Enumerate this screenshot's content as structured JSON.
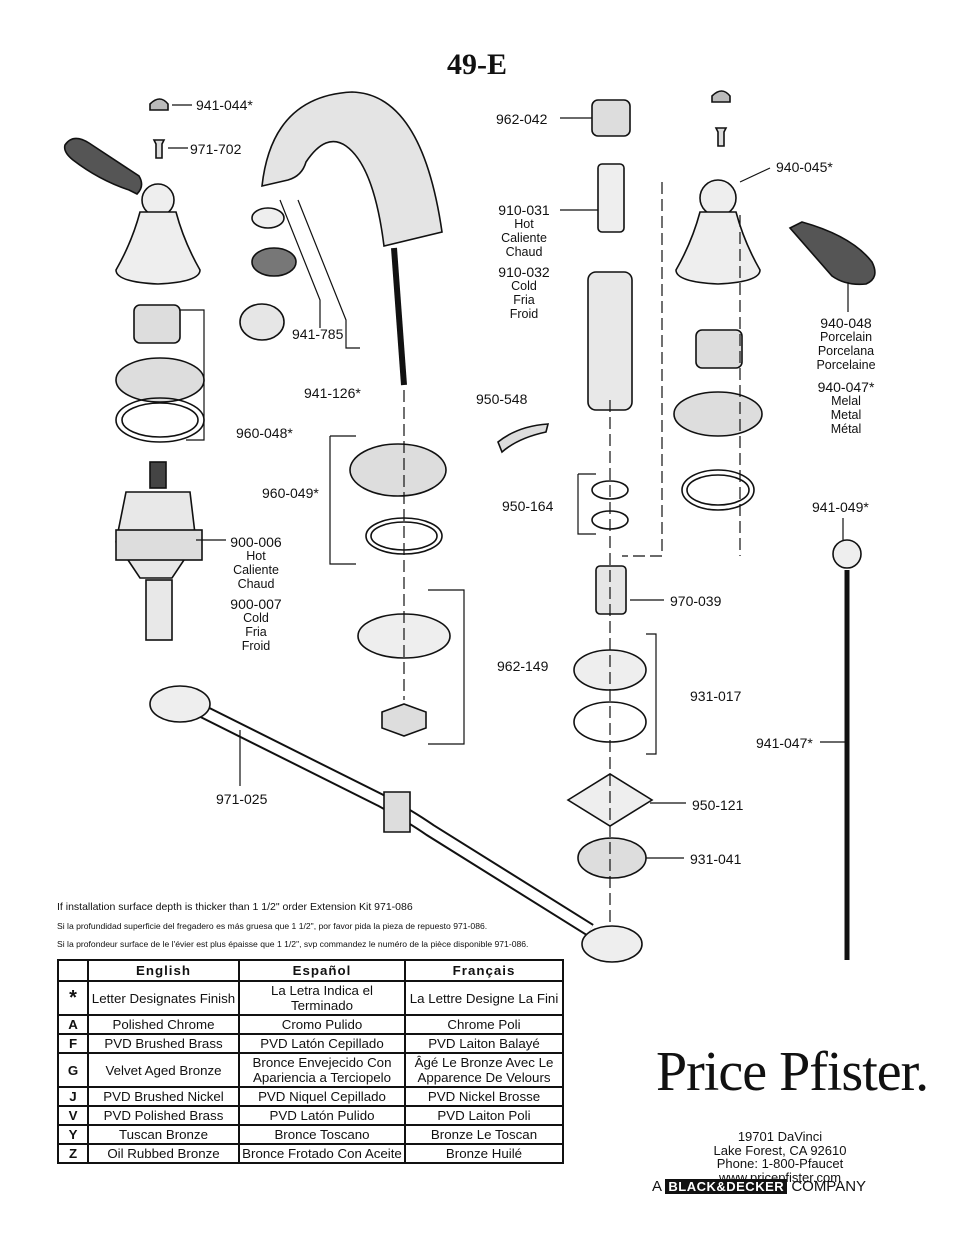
{
  "title": "49-E",
  "labels": {
    "p941044": "941-044*",
    "p971702": "971-702",
    "p962042": "962-042",
    "p910031": "910-031",
    "p910031_l1": "Hot",
    "p910031_l2": "Caliente",
    "p910031_l3": "Chaud",
    "p910032": "910-032",
    "p910032_l1": "Cold",
    "p910032_l2": "Fria",
    "p910032_l3": "Froid",
    "p940045": "940-045*",
    "p940048": "940-048",
    "p940048_l1": "Porcelain",
    "p940048_l2": "Porcelana",
    "p940048_l3": "Porcelaine",
    "p940047": "940-047*",
    "p940047_l1": "Melal",
    "p940047_l2": "Metal",
    "p940047_l3": "Métal",
    "p941785": "941-785",
    "p941126": "941-126*",
    "p950548": "950-548",
    "p960048": "960-048*",
    "p960049": "960-049*",
    "p950164": "950-164",
    "p941049": "941-049*",
    "p900006": "900-006",
    "p900006_l1": "Hot",
    "p900006_l2": "Caliente",
    "p900006_l3": "Chaud",
    "p900007": "900-007",
    "p900007_l1": "Cold",
    "p900007_l2": "Fria",
    "p900007_l3": "Froid",
    "p970039": "970-039",
    "p962149": "962-149",
    "p931017": "931-017",
    "p941047": "941-047*",
    "p971025": "971-025",
    "p950121": "950-121",
    "p931041": "931-041"
  },
  "notes": {
    "en": "If installation surface depth is thicker than 1 1/2\" order Extension Kit 971-086",
    "es": "Si la profundidad superficie del fregadero es más gruesa que 1 1/2\", por favor pida la pieza de repuesto 971-086.",
    "fr": "Si la profondeur surface de le l'évier est plus épaisse que 1 1/2\", svp commandez le numéro de la pièce disponible 971-086."
  },
  "finish_table": {
    "headers": [
      "English",
      "Español",
      "Français"
    ],
    "rows": [
      {
        "code": "*",
        "en": "Letter Designates Finish",
        "es": "La Letra Indica el Terminado",
        "fr": "La Lettre Designe La Fini"
      },
      {
        "code": "A",
        "en": "Polished Chrome",
        "es": "Cromo Pulido",
        "fr": "Chrome Poli"
      },
      {
        "code": "F",
        "en": "PVD Brushed Brass",
        "es": "PVD Latón Cepillado",
        "fr": "PVD Laiton Balayé"
      },
      {
        "code": "G",
        "en": "Velvet Aged Bronze",
        "es": "Bronce Envejecido Con Apariencia a Terciopelo",
        "fr": "Âgé Le Bronze Avec Le Apparence De Velours"
      },
      {
        "code": "J",
        "en": "PVD Brushed Nickel",
        "es": "PVD Niquel Cepillado",
        "fr": "PVD Nickel Brosse"
      },
      {
        "code": "V",
        "en": "PVD Polished Brass",
        "es": "PVD Latón Pulido",
        "fr": "PVD Laiton Poli"
      },
      {
        "code": "Y",
        "en": "Tuscan Bronze",
        "es": "Bronce Toscano",
        "fr": "Bronze Le Toscan"
      },
      {
        "code": "Z",
        "en": "Oil Rubbed Bronze",
        "es": "Bronce Frotado Con Aceite",
        "fr": "Bronze Huilé"
      }
    ]
  },
  "brand": {
    "logo": "Price Pfister.",
    "address1": "19701 DaVinci",
    "address2": "Lake Forest, CA 92610",
    "phone": "Phone: 1-800-Pfaucet",
    "web": "www.pricepfister.com",
    "company_prefix": "A",
    "company_name": "BLACK&DECKER",
    "company_suffix": "COMPANY"
  }
}
